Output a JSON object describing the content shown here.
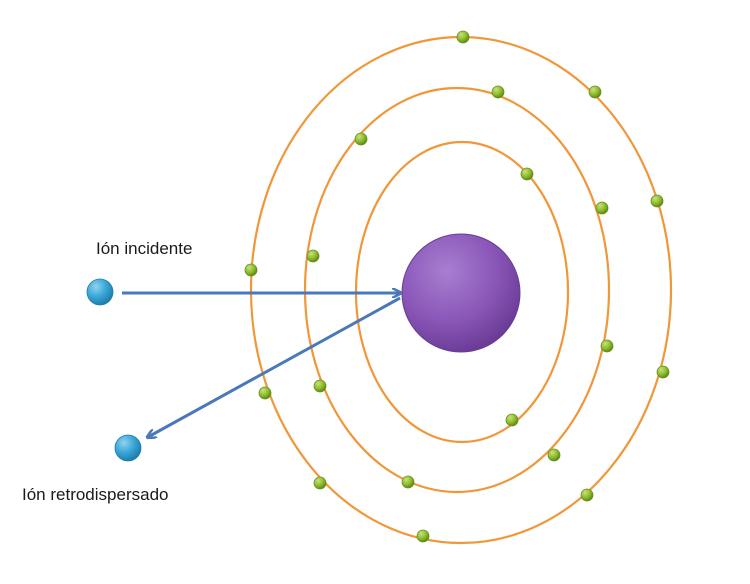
{
  "labels": {
    "incident": "Ión incidente",
    "backscattered": "Ión retrodispersado"
  },
  "colors": {
    "orbit": "#f0973a",
    "electron": "#8dbb2e",
    "ion": "#3ba6d6",
    "nucleus": "#8a56b8",
    "arrow": "#4a78b8"
  },
  "icons": {
    "nucleus": "purple-sphere",
    "electron": "green-dot",
    "ion": "blue-sphere"
  }
}
